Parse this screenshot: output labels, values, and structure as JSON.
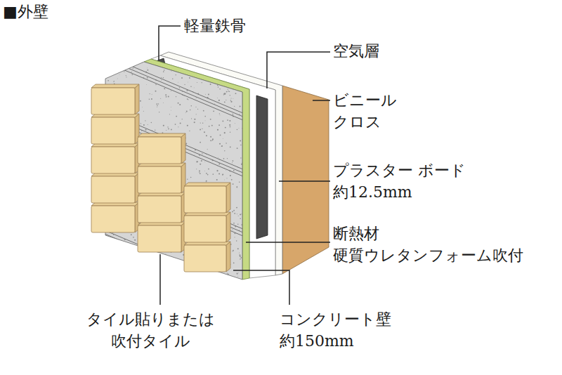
{
  "diagram": {
    "title": "■外壁",
    "labels": [
      "軽量鉄骨",
      "空気層",
      "ビニール クロス",
      "プラスター ボード 約12.5mm",
      "断熱材 硬質ウレタンフォーム吹付",
      "タイル貼りまたは 吹付タイル",
      "コンクリート壁 約150mm"
    ]
  }
}
